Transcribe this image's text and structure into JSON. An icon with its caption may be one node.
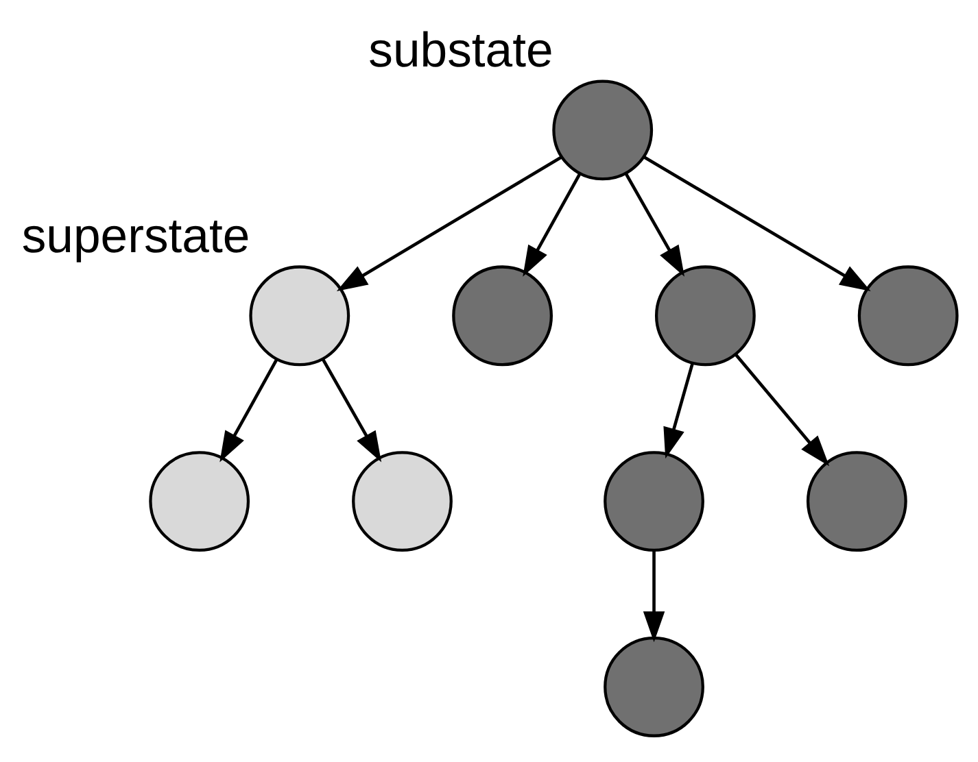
{
  "diagram": {
    "nodes": [
      {
        "text": [],
        "shape": "circle"
      },
      {
        "text": [],
        "shape": "circle",
        "beside": [
          "superstate"
        ]
      },
      {
        "text": [],
        "shape": "circle"
      },
      {
        "text": [],
        "shape": "circle"
      },
      {
        "text": [],
        "shape": "circle",
        "beside": [
          "substate"
        ]
      },
      {
        "text": [],
        "shape": "circle"
      },
      {
        "text": [],
        "shape": "circle"
      },
      {
        "text": [],
        "shape": "circle"
      },
      {
        "text": [],
        "shape": "circle"
      },
      {
        "text": [],
        "shape": "circle"
      }
    ],
    "edges": [
      {
        "from": 1,
        "to": 0,
        "arrow": "to"
      },
      {
        "from": 1,
        "to": 2,
        "arrow": "to"
      },
      {
        "from": 4,
        "to": 1,
        "arrow": "to"
      },
      {
        "from": 4,
        "to": 3,
        "arrow": "to"
      },
      {
        "from": 4,
        "to": 5,
        "arrow": "to"
      },
      {
        "from": 4,
        "to": 7,
        "arrow": "to"
      },
      {
        "from": 5,
        "to": 8,
        "arrow": "to"
      },
      {
        "from": 5,
        "to": 9,
        "arrow": "to"
      },
      {
        "from": 8,
        "to": 6,
        "arrow": "to"
      }
    ]
  }
}
